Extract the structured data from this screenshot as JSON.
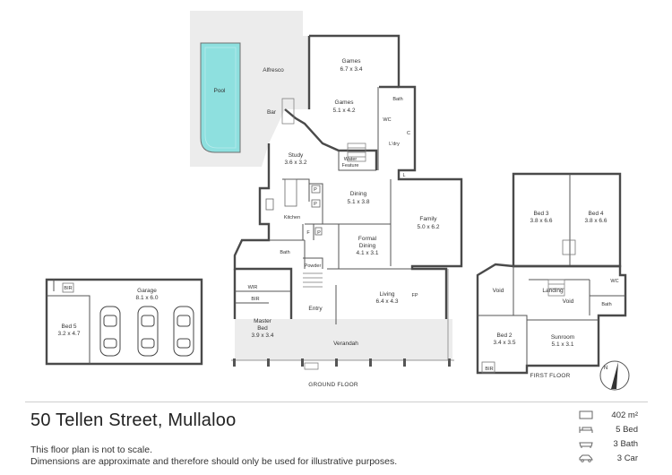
{
  "floors": {
    "ground": "GROUND FLOOR",
    "first": "FIRST FLOOR"
  },
  "rooms": {
    "pool": "Pool",
    "alfresco": "Alfresco",
    "bar": "Bar",
    "games1_name": "Games",
    "games1_dim": "6.7 x 3.4",
    "games2_name": "Games",
    "games2_dim": "5.1 x 4.2",
    "bath_top": "Bath",
    "wc": "WC",
    "c": "C",
    "laundry": "L'dry",
    "l": "L",
    "study_name": "Study",
    "study_dim": "3.6 x 3.2",
    "water_1": "Water",
    "water_2": "Feature",
    "dining_name": "Dining",
    "dining_dim": "5.1 x 3.8",
    "family_name": "Family",
    "family_dim": "5.0 x 6.2",
    "kitchen": "Kitchen",
    "p1": "P",
    "p2": "P",
    "p3": "P",
    "f": "F",
    "formal_1": "Formal",
    "formal_2": "Dining",
    "formal_dim": "4.1 x 3.1",
    "bath_ground": "Bath",
    "powder": "Powder",
    "wir": "WIR",
    "bir_master": "BIR",
    "living_name": "Living",
    "living_dim": "6.4 x 4.3",
    "fp": "FP",
    "entry": "Entry",
    "master_1": "Master",
    "master_2": "Bed",
    "master_dim": "3.9 x 3.4",
    "verandah": "Verandah",
    "garage_name": "Garage",
    "garage_dim": "8.1 x 6.0",
    "bir_garage": "BIR",
    "bed5_name": "Bed 5",
    "bed5_dim": "3.2 x 4.7",
    "bed3_name": "Bed 3",
    "bed3_dim": "3.8 x 6.6",
    "bed4_name": "Bed 4",
    "bed4_dim": "3.8 x 6.6",
    "void1": "Void",
    "landing": "Landing",
    "void2": "Void",
    "wc_first": "WC",
    "bath_first": "Bath",
    "bed2_name": "Bed 2",
    "bed2_dim": "3.4 x 3.5",
    "sunroom_name": "Sunroom",
    "sunroom_dim": "5.1 x 3.1",
    "bir_first": "BIR"
  },
  "compass_label": "N",
  "footer": {
    "address": "50 Tellen Street, Mullaloo",
    "disclaimer_1": "This floor plan is not to scale.",
    "disclaimer_2": "Dimensions are approximate and therefore should only be used for illustrative purposes."
  },
  "stats": {
    "area": "402 m²",
    "beds": "5 Bed",
    "baths": "3 Bath",
    "cars": "3 Car"
  },
  "colors": {
    "pool_water": "#8ee0df",
    "walls": "#4a4a4a",
    "deck": "#ececec"
  },
  "icons": [
    "area-icon",
    "bed-icon",
    "bath-icon",
    "car-icon",
    "compass-icon"
  ]
}
